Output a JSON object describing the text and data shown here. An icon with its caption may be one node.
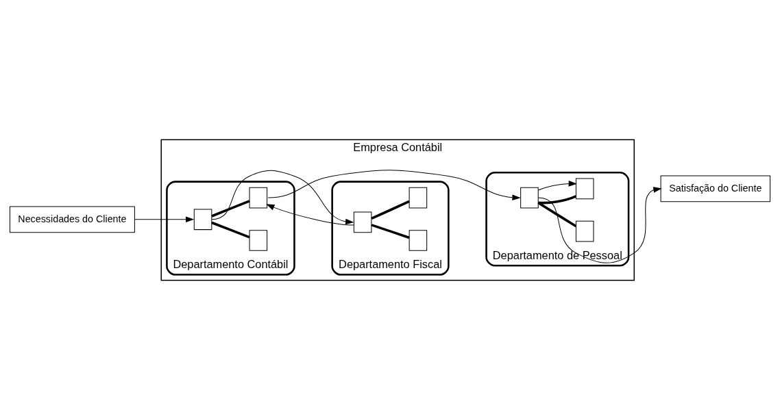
{
  "diagram": {
    "nodes": [
      {
        "text": [
          "Necessidades do Cliente"
        ]
      },
      {
        "text": [
          "Empresa Contábil"
        ]
      },
      {
        "text": [
          "Departamento Contábil"
        ],
        "in": 1
      },
      {
        "text": [],
        "shape": "box",
        "in": 2
      },
      {
        "text": [],
        "shape": "box",
        "in": 2
      },
      {
        "text": [],
        "shape": "box",
        "in": 2
      },
      {
        "text": [
          "Departamento Fiscal"
        ],
        "in": 1
      },
      {
        "text": [],
        "shape": "box",
        "in": 6
      },
      {
        "text": [],
        "shape": "box",
        "in": 6
      },
      {
        "text": [],
        "shape": "box",
        "in": 6
      },
      {
        "text": [
          "Departamento de Pessoal"
        ],
        "in": 1
      },
      {
        "text": [],
        "shape": "box",
        "in": 10
      },
      {
        "text": [],
        "shape": "box",
        "in": 10
      },
      {
        "text": [],
        "shape": "box",
        "in": 10
      },
      {
        "text": [
          "Satisfação do Cliente"
        ]
      }
    ],
    "edges": [
      {
        "from": 0,
        "to": 3,
        "arrow": "to"
      },
      {
        "from": 3,
        "to": 4,
        "arrow": "none",
        "style": "thick"
      },
      {
        "from": 3,
        "to": 5,
        "arrow": "none",
        "style": "thick"
      },
      {
        "from": 3,
        "to": 7,
        "arrow": "to"
      },
      {
        "from": 7,
        "to": 8,
        "arrow": "none",
        "style": "thick"
      },
      {
        "from": 7,
        "to": 9,
        "arrow": "none",
        "style": "thick"
      },
      {
        "from": 7,
        "to": 5,
        "arrow": "to"
      },
      {
        "from": 5,
        "to": 11,
        "arrow": "to"
      },
      {
        "from": 11,
        "to": 12,
        "arrow": "none",
        "style": "thick"
      },
      {
        "from": 11,
        "to": 13,
        "arrow": "none",
        "style": "thick"
      },
      {
        "from": 11,
        "to": 13,
        "arrow": "to"
      },
      {
        "from": 11,
        "to": 14,
        "arrow": "to"
      }
    ]
  }
}
